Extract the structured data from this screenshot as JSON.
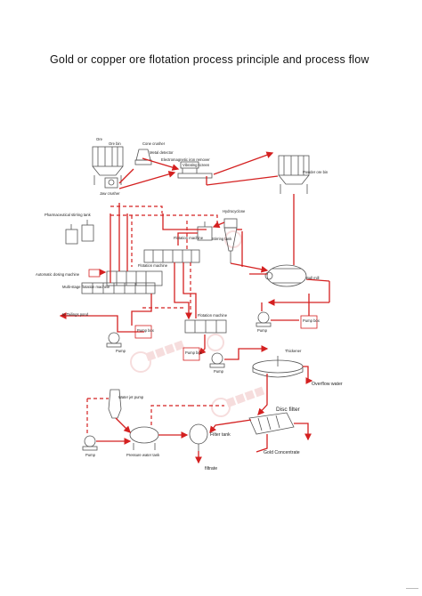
{
  "title": "Gold or copper ore flotation process principle and process flow",
  "labels": {
    "ore": "Ore",
    "ore_bin": "Ore bin",
    "jaw_crusher": "Jaw crusher",
    "cone_crusher": "Cone crusher",
    "metal_detector": "Metal detector",
    "electromagnetic_iron_remover": "Electromagnetic iron remover",
    "vibrating_screen": "Vibrating screen",
    "powder_ore_bin": "Powder ore bin",
    "pharmaceutical_stirring_tank": "Pharmaceutical stirring tank",
    "hydrocyclone": "Hydrocyclone",
    "flotation_machine_1": "Flotation machine",
    "flotation_machine_2": "Flotation machine",
    "flotation_machine_3": "Flotation machine",
    "stirring_tank": "Stirring tank",
    "automatic_dosing_machine": "Automatic dosing machine",
    "multi_stage_flotation": "Multi-stage flotation machine",
    "ball_mill": "Ball mill",
    "to_tailings_pond": "to Tailings pond",
    "pump_box_1": "Pump box",
    "pump_box_2": "Pump box",
    "pump_box_3": "Pump box",
    "pump_1": "Pump",
    "pump_2": "Pump",
    "pump_3": "Pump",
    "pump_4": "Pump",
    "thickener": "Thickener",
    "overflow_water": "Overflow water",
    "disc_filter": "Disc filter",
    "filter_tank": "Filter tank",
    "gold_concentrate": "Gold Concentrate",
    "water_jet_pump": "Water jet pump",
    "pressure_water_tank": "Pressure water tank",
    "filtrate": "filtrate"
  },
  "colors": {
    "flow_line": "#d42020",
    "equipment": "#555555",
    "watermark": "#e8b8b8"
  }
}
